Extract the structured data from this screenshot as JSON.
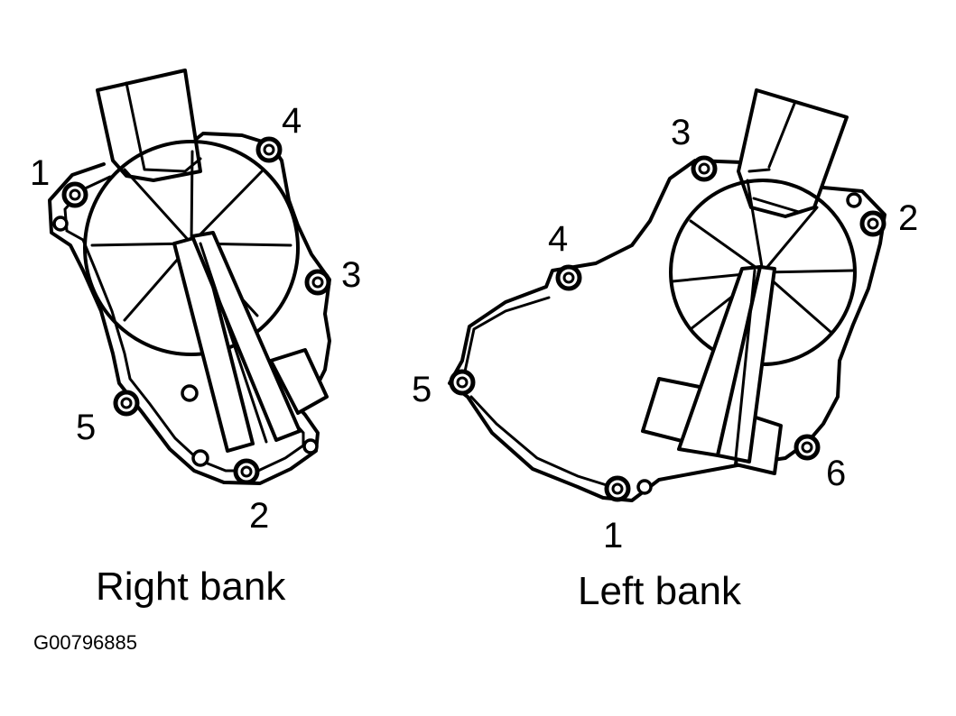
{
  "right_bank": {
    "caption": "Right bank",
    "bolt_labels": [
      "1",
      "2",
      "3",
      "4",
      "5"
    ]
  },
  "left_bank": {
    "caption": "Left bank",
    "bolt_labels": [
      "1",
      "2",
      "3",
      "4",
      "5",
      "6"
    ]
  },
  "figure_id": "G00796885"
}
